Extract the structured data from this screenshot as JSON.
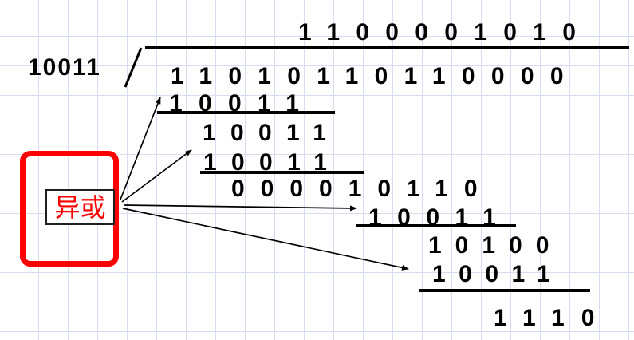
{
  "diagram_label": {
    "xor": "异或"
  },
  "division": {
    "divisor": "10011",
    "quotient": "1100001010",
    "dividend": "11010110110000",
    "rows": {
      "sub1": "10011",
      "work1": "10011",
      "sub2": "10011",
      "work2": "000010110",
      "sub3": "10011",
      "work3": "10100",
      "sub4": "10011",
      "remainder": "1110"
    }
  },
  "colors": {
    "highlight_red": "#ff0000",
    "ink_black": "#000000",
    "grid_blue": "#d8ddf1"
  }
}
